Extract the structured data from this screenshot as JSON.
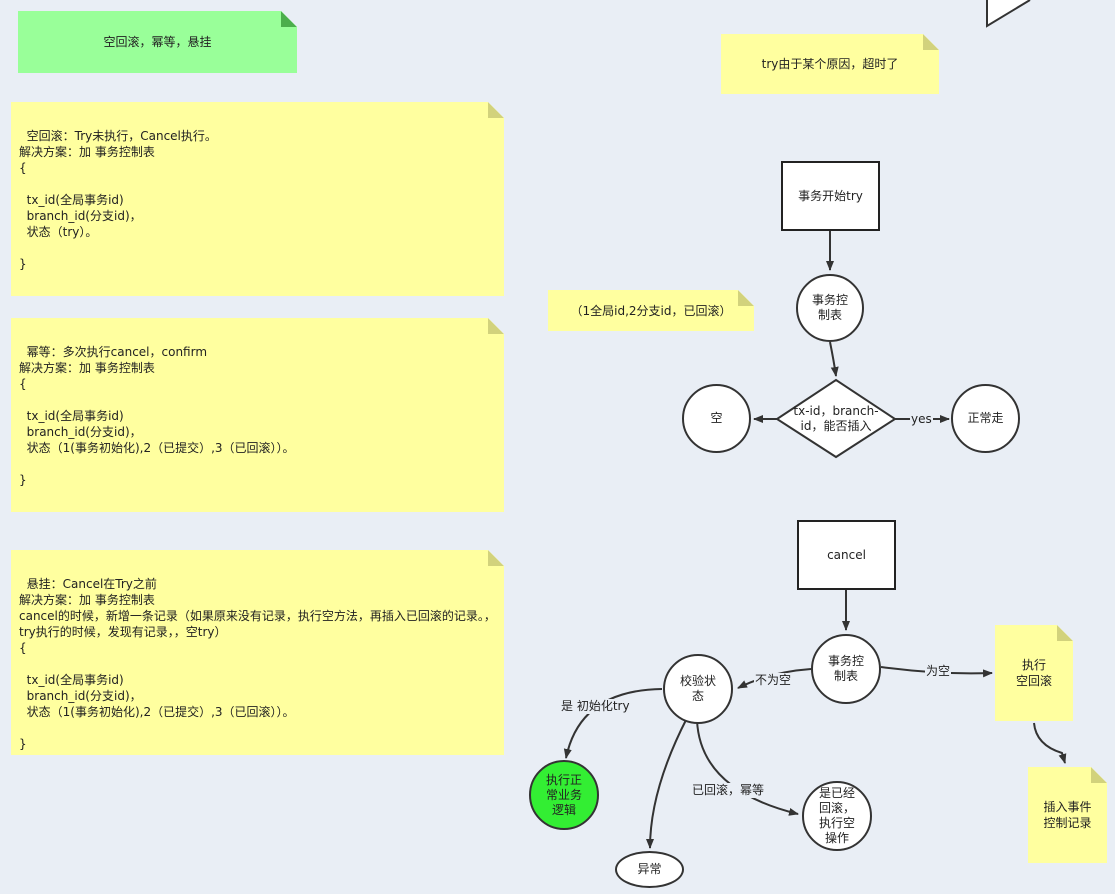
{
  "notes": {
    "title": "空回滚，幂等，悬挂",
    "timeout": "try由于某个原因，超时了",
    "empty_rollback": "空回滚：Try未执行，Cancel执行。\n解决方案：加 事务控制表\n{\n\n  tx_id(全局事务id)\n  branch_id(分支id)，\n  状态（try）。\n\n}",
    "idempotent": "幂等：多次执行cancel，confirm\n解决方案：加 事务控制表\n{\n\n  tx_id(全局事务id)\n  branch_id(分支id)，\n  状态（1(事务初始化),2（已提交）,3（已回滚））。\n\n}",
    "suspend": "悬挂：Cancel在Try之前\n解决方案：加 事务控制表\ncancel的时候，新增一条记录（如果原来没有记录，执行空方法，再插入已回滚的记录。，try执行的时候，发现有记录，，空try）\n{\n\n  tx_id(全局事务id)\n  branch_id(分支id)，\n  状态（1(事务初始化),2（已提交）,3（已回滚））。\n\n}",
    "record": "（1全局id,2分支id，已回滚）",
    "exec_empty_rollback": "执行\n空回滚",
    "insert_control": "插入事件\n控制记录"
  },
  "flow_top": {
    "start": "事务开始try",
    "control_table": "事务控\n制表",
    "decision": "tx-id，branch-\nid，能否插入",
    "empty": "空",
    "normal": "正常走",
    "yes_label": "yes"
  },
  "flow_bottom": {
    "cancel": "cancel",
    "control_table": "事务控\n制表",
    "check_state": "校验状\n态",
    "not_empty_label": "不为空",
    "empty_label": "为空",
    "init_try_label": "是 初始化try",
    "rolled_back_label": "已回滚，幂等",
    "exec_normal": "执行正\n常业务\n逻辑",
    "is_rolled_back": "是已经\n回滚，\n执行空\n操作",
    "exception": "异常"
  }
}
